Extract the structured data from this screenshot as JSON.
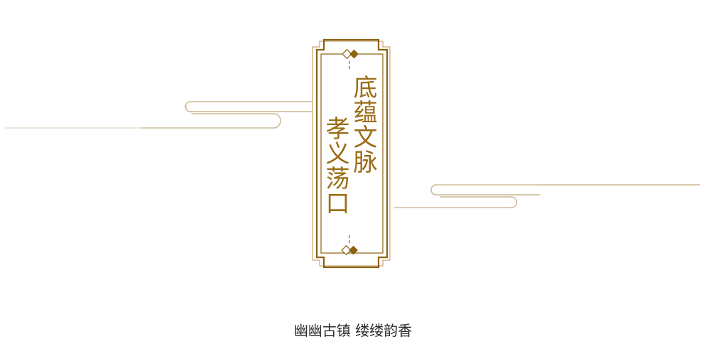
{
  "title": {
    "right_column": "底蕴文脉",
    "left_column": "孝义荡口"
  },
  "caption": "幽幽古镇  缕缕韵香",
  "colors": {
    "gold": "#9a6c14",
    "frame_outer": "#8c6110",
    "frame_inner": "#b8935a",
    "cloud_line": "#c9b690",
    "caption_text": "#2b2b2b"
  },
  "icons": {
    "frame_top_ornament": "diamond-pair-icon",
    "frame_bottom_ornament": "diamond-pair-icon",
    "left_cloud": "cloud-scroll-icon",
    "right_cloud": "cloud-scroll-icon"
  }
}
